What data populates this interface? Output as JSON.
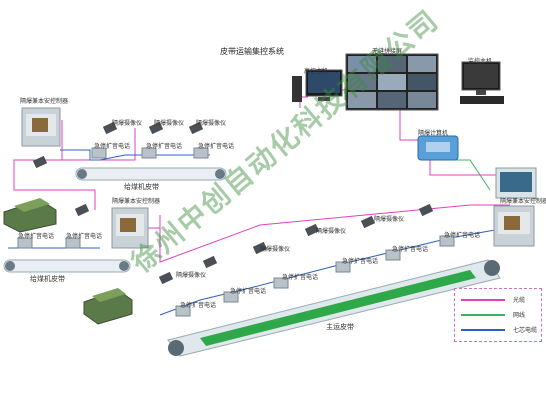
{
  "title": "皮带运输集控系统",
  "equipment": {
    "video_screen": "无缝拼接屏",
    "host_left": "高控主机",
    "host_right": "监控主机",
    "relay_box": "隔爆计算机",
    "controller_top": "隔爆兼本安控制器",
    "controller_mid": "隔爆兼本安控制器",
    "controller_right": "隔爆兼本安控制器",
    "protector": "隔爆摄像仪",
    "phone": "急停扩音电话"
  },
  "belts": {
    "feeder_belt_top": "给煤机皮带",
    "feeder_belt_bottom": "给煤机皮带",
    "main_belt": "主运皮带"
  },
  "legend": {
    "items": [
      {
        "label": "光缆",
        "color": "#e040c0"
      },
      {
        "label": "网线",
        "color": "#40b060"
      },
      {
        "label": "七芯电缆",
        "color": "#3060c0"
      }
    ]
  },
  "watermark": "徐州中创自动化科技有限公司"
}
